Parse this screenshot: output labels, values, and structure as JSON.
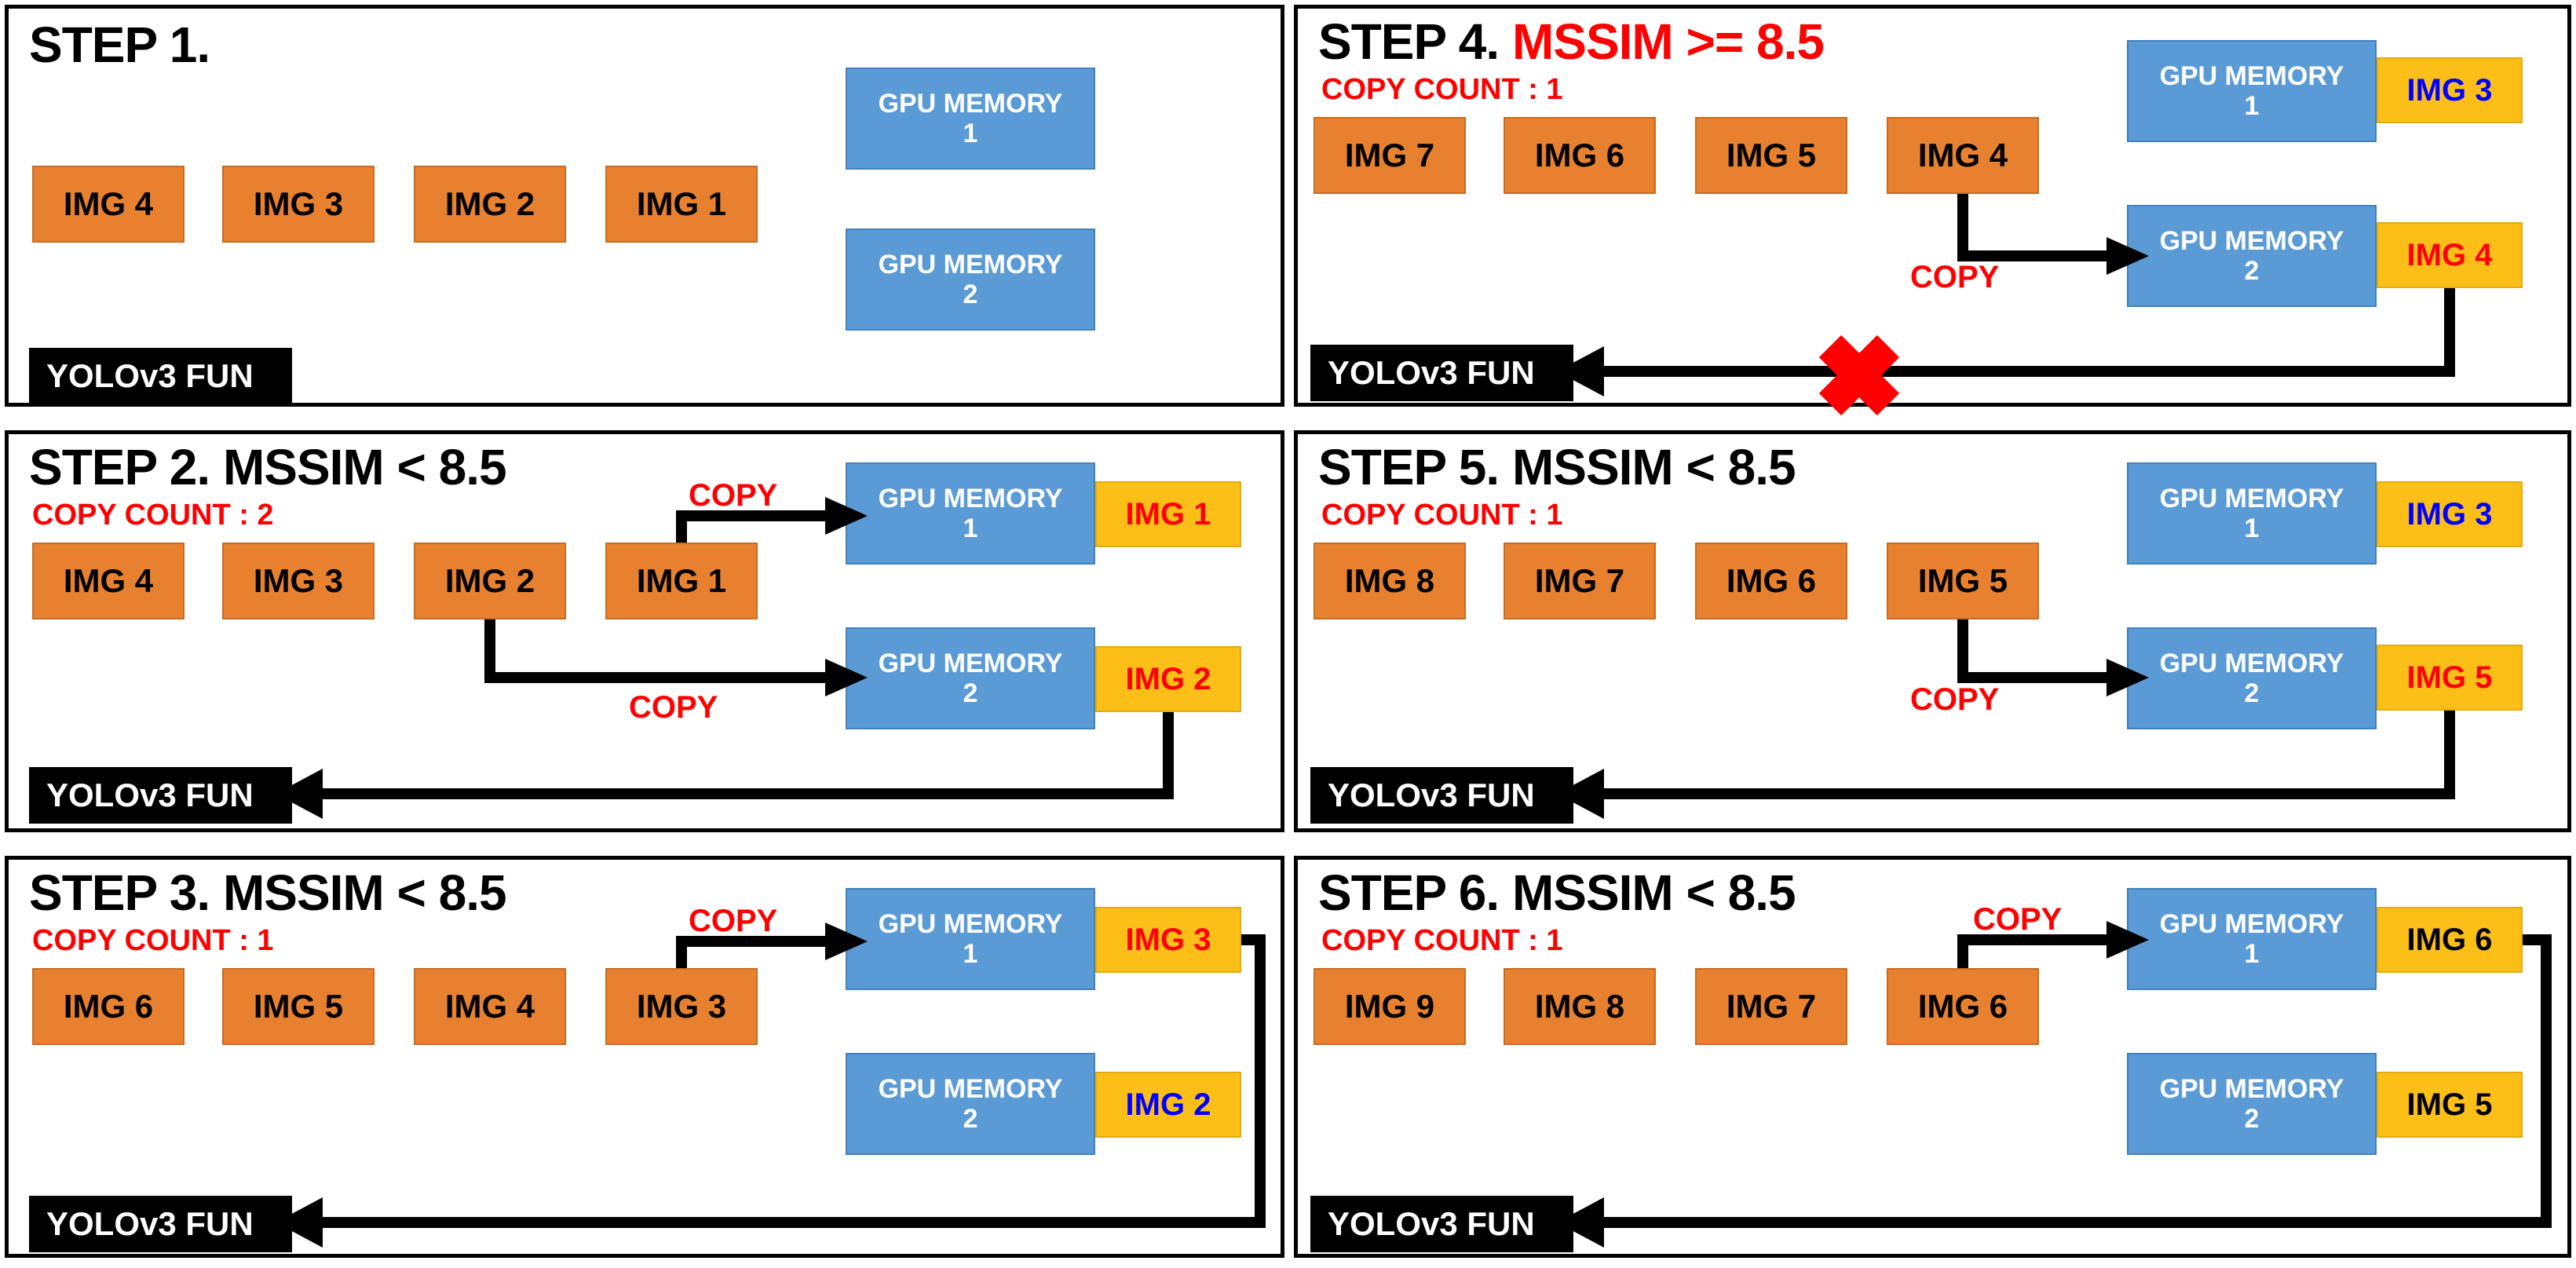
{
  "diagram": {
    "title_prefix": "STEP",
    "labels": {
      "copy": "COPY",
      "yolo": "YOLOv3 FUN",
      "gpu_prefix": "GPU MEMORY",
      "copy_count_prefix": "COPY COUNT :"
    },
    "colors": {
      "image_box": "#e8812f",
      "gpu_box": "#5b9bd5",
      "tag_box": "#fcbf17",
      "accent_red": "#ff0000",
      "accent_blue": "#0000ff",
      "panel_border": "#000000",
      "yolo_bg": "#000000"
    }
  },
  "panels": [
    {
      "id": "step1",
      "step_label": "STEP 1.",
      "condition": "",
      "condition_color": "",
      "copy_count": "",
      "images": [
        "IMG 4",
        "IMG 3",
        "IMG 2",
        "IMG 1"
      ],
      "gpu1": {
        "name": "GPU MEMORY",
        "index": "1",
        "tag": "",
        "tag_color": ""
      },
      "gpu2": {
        "name": "GPU MEMORY",
        "index": "2",
        "tag": "",
        "tag_color": ""
      },
      "yolo": "YOLOv3 FUN",
      "copy_labels": [],
      "blocked": false
    },
    {
      "id": "step2",
      "step_label": "STEP 2.",
      "condition": "MSSIM < 8.5",
      "condition_color": "#000000",
      "copy_count": "COPY COUNT : 2",
      "images": [
        "IMG 4",
        "IMG 3",
        "IMG 2",
        "IMG 1"
      ],
      "gpu1": {
        "name": "GPU MEMORY",
        "index": "1",
        "tag": "IMG 1",
        "tag_color": "red"
      },
      "gpu2": {
        "name": "GPU MEMORY",
        "index": "2",
        "tag": "IMG 2",
        "tag_color": "red"
      },
      "yolo": "YOLOv3 FUN",
      "copy_labels": [
        "COPY",
        "COPY"
      ],
      "blocked": false
    },
    {
      "id": "step3",
      "step_label": "STEP 3.",
      "condition": "MSSIM < 8.5",
      "condition_color": "#000000",
      "copy_count": "COPY COUNT : 1",
      "images": [
        "IMG 6",
        "IMG 5",
        "IMG 4",
        "IMG 3"
      ],
      "gpu1": {
        "name": "GPU MEMORY",
        "index": "1",
        "tag": "IMG 3",
        "tag_color": "red"
      },
      "gpu2": {
        "name": "GPU MEMORY",
        "index": "2",
        "tag": "IMG 2",
        "tag_color": "blue"
      },
      "yolo": "YOLOv3 FUN",
      "copy_labels": [
        "COPY"
      ],
      "blocked": false
    },
    {
      "id": "step4",
      "step_label": "STEP 4.",
      "condition": "MSSIM >= 8.5",
      "condition_color": "#ff0000",
      "copy_count": "COPY COUNT : 1",
      "images": [
        "IMG 7",
        "IMG 6",
        "IMG 5",
        "IMG 4"
      ],
      "gpu1": {
        "name": "GPU MEMORY",
        "index": "1",
        "tag": "IMG 3",
        "tag_color": "blue"
      },
      "gpu2": {
        "name": "GPU MEMORY",
        "index": "2",
        "tag": "IMG 4",
        "tag_color": "red"
      },
      "yolo": "YOLOv3 FUN",
      "copy_labels": [
        "COPY"
      ],
      "blocked": true
    },
    {
      "id": "step5",
      "step_label": "STEP 5.",
      "condition": "MSSIM < 8.5",
      "condition_color": "#000000",
      "copy_count": "COPY COUNT : 1",
      "images": [
        "IMG 8",
        "IMG 7",
        "IMG 6",
        "IMG 5"
      ],
      "gpu1": {
        "name": "GPU MEMORY",
        "index": "1",
        "tag": "IMG 3",
        "tag_color": "blue"
      },
      "gpu2": {
        "name": "GPU MEMORY",
        "index": "2",
        "tag": "IMG 5",
        "tag_color": "red"
      },
      "yolo": "YOLOv3 FUN",
      "copy_labels": [
        "COPY"
      ],
      "blocked": false
    },
    {
      "id": "step6",
      "step_label": "STEP 6.",
      "condition": "MSSIM < 8.5",
      "condition_color": "#000000",
      "copy_count": "COPY COUNT : 1",
      "images": [
        "IMG 9",
        "IMG 8",
        "IMG 7",
        "IMG 6"
      ],
      "gpu1": {
        "name": "GPU MEMORY",
        "index": "1",
        "tag": "IMG 6",
        "tag_color": "black"
      },
      "gpu2": {
        "name": "GPU MEMORY",
        "index": "2",
        "tag": "IMG 5",
        "tag_color": "black"
      },
      "yolo": "YOLOv3 FUN",
      "copy_labels": [
        "COPY"
      ],
      "blocked": false
    }
  ]
}
